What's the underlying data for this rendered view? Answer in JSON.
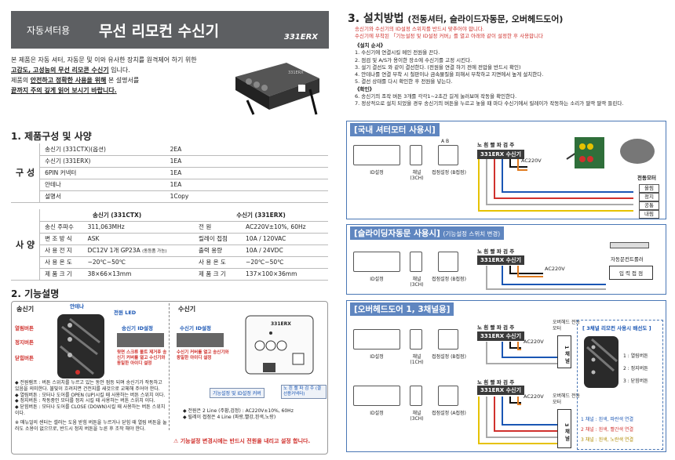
{
  "header": {
    "category": "자동셔터용",
    "title": "무선 리모컨 수신기",
    "model": "331ERX"
  },
  "intro": {
    "line1": "본 제품은 자동 셔터, 자동문 및 이와 유사한 장치를 원격제어 하기 위한",
    "line2_bold": "고감도, 고성능의 무선 리모콘 수신기",
    "line2_rest": " 입니다.",
    "line3_pre": "제품의 ",
    "line3_bold": "안전하고 정확한 사용을 위해",
    "line3_rest": " 본 설명서를",
    "line4": "끝까지 주의 깊게 읽어 보시기 바랍니다."
  },
  "section1": {
    "title": "1. 제품구성 및 사양",
    "group1": "구 성",
    "components": [
      {
        "name": "송신기 (331CTX)(옵션)",
        "qty": "2EA"
      },
      {
        "name": "수신기 (331ERX)",
        "qty": "1EA"
      },
      {
        "name": "6PIN 커넥터",
        "qty": "1EA"
      },
      {
        "name": "안테나",
        "qty": "1EA"
      },
      {
        "name": "설명서",
        "qty": "1Copy"
      }
    ],
    "group2": "사 양",
    "tx_header": "송신기 (331CTX)",
    "rx_header": "수신기 (331ERX)",
    "specs": [
      {
        "k1": "송신 주파수",
        "v1": "311,063MHz",
        "k2": "전 원",
        "v2": "AC220V±10%, 60Hz"
      },
      {
        "k1": "변 조 방 식",
        "v1": "ASK",
        "k2": "릴레이 접점",
        "v2": "10A / 120VAC"
      },
      {
        "k1": "사 용 전 지",
        "v1": "DC12V 1개 GP23A",
        "v1b": "(동등품 가능)",
        "k2": "출력 용량",
        "v2": "10A / 24VDC"
      },
      {
        "k1": "사 용 온 도",
        "v1": "−20℃~50℃",
        "k2": "사 용 온 도",
        "v2": "−20℃~50℃"
      },
      {
        "k1": "제 품 크 기",
        "v1": "38×66×13mm",
        "k2": "제 품 크 기",
        "v2": "137×100×36mm"
      }
    ]
  },
  "section2": {
    "title": "2. 기능설명",
    "tx_title": "송신기",
    "rx_title": "수신기",
    "antenna": "안테나",
    "power_led": "전원 LED",
    "open_btn": "열림버튼",
    "stop_btn": "정지버튼",
    "close_btn": "닫힘버튼",
    "tx_id": "송신기 ID설정",
    "rx_id": "수신기 ID설정",
    "tx_id_note": "뒷면 스크류 볼트 제거후 송신기 커버를 열고 수신기와 동일한 아이디 설정",
    "rx_id_note": "수신기 커버를 열고 송신기와 동일한 아이디 설정",
    "cover_label": "기능설정 및 ID설정 커버",
    "led_label": "노 흰 빨 파 검 주 (결선용커넥터)",
    "notes": [
      "◆ 전원램프 : 버튼 스위치를 누르고 있는 동안 점등 되며 송신기가 작동하고 있음을 의미한다. 불빛이 흐려지면 건전지를 새것으로 교체해 주어야 한다.",
      "◆ 열림버튼 : 모터나 도어를 OPEN (UP)시킬 때 사용하는 버튼 스위치 이다.",
      "◆ 정지버튼 : 작동중인 모터를 정지 시킬 때 사용하는 버튼 스위치 이다.",
      "◆ 닫힘버튼 : 모터나 도어를 CLOSE (DOWN)시킬 때 사용하는 버튼 스위치 이다.",
      "※ 매뉴얼의 센터는 셀러는 도움 받힘 버튼을 누르거나 닫힘 때 열림 버튼을 눌러도 소용이 없으므로, 반드시 정지 버튼을 누른 후 조작 해야 한다."
    ],
    "rx_notes": [
      "◆ 전원은 2 Line (주황,검정) : AC220V±10%, 60Hz",
      "◆ 릴레이 접점은 4 Line (파랑,빨강,흰색,노랑)"
    ],
    "warning": "기능설정 변경시에는 반드시 전원을 내리고 설정 합니다."
  },
  "section3": {
    "title": "3. 설치방법",
    "title_sub": "(전동셔터, 슬라이드자동문, 오버헤드도어)",
    "warn1": "송신기와 수신기의 ID설정 스위치를 반드시 맞추어야 합니다.",
    "warn2": "수신기에 부착된 「기능설정 및 ID설정 커버」를 열고 아래와 같이 설정한 후 사용합니다",
    "order_title": "《설치 순서》",
    "steps": [
      "1. 수신기에 연결시킬 메인 전원을 끈다.",
      "2. 점검 및 A/S가 용이한 장소에 수신기를 고정 시킨다.",
      "3. 설기 결선도 와 같이 결선한다. (전원을 연결 하기 전에 전압을 반드시 확인)",
      "4. 안테나를 연결 부착 시 철판이나 금속물질을 피해서 부착하고 지면에서 높게 설치한다.",
      "5. 결선 상태를 다시 확인한 후 전원을 넣는다."
    ],
    "confirm_title": "《확인》",
    "confirm": [
      "6. 송신기의 조작 버튼 3개를 각각1~2초간 길게 눌러보며 작동을 확인한다.",
      "7. 정상적으로 설치 되었을 경우 송신기의 버튼을 누르고 놓을 때 마다 수신기에서 릴레이가 작동하는 소리가 딸깍 딸깍 들린다."
    ]
  },
  "panels": {
    "p1": {
      "title": "[국내 셔터모터 사용시]",
      "motor": "전동모터",
      "outs": [
        "올림",
        "정지",
        "공통",
        "내림"
      ],
      "terms": [
        "공통",
        "정지",
        "내림",
        "올림"
      ]
    },
    "p2": {
      "title": "[슬라이딩자동문 사용시]",
      "sub": "(기능설정 스위치 변경)",
      "ctrl": "자동문컨트롤러",
      "contact": "입 력 접 점"
    },
    "p3": {
      "title": "[오버헤드도어 1, 3채널용]",
      "door1": "오버헤드 전동모터",
      "door3": "오버헤드 전동모터",
      "ch1": "1 채 널",
      "ch3": "3 채 널",
      "legend_title": "[ 3채널 리모컨 사용시 배선도 ]",
      "l1": "1 : 열림버튼",
      "l2": "2 : 정지버튼",
      "l3": "3 : 닫힘버튼",
      "r1": "1 채널 : 흰색, 파란색 연결",
      "r2": "2 채널 : 흰색, 빨간색 연결",
      "r3": "3 채널 : 흰색, 노란색 연결"
    },
    "common": {
      "rx": "331ERX 수신기",
      "ac": "AC220V",
      "id": "ID설정",
      "ch3": "채널 (3CH)",
      "ch1": "채널 (1CH)",
      "fset_b": "접점설정 (B접점)",
      "fset_a": "접점설정 (A접점)",
      "colors": "노 흰 빨 파 검 주",
      "ab": "A  B"
    }
  },
  "colors": {
    "header_bg": "#5d5f62",
    "panel_blue": "#5f86c0",
    "red": "#d0312d"
  }
}
